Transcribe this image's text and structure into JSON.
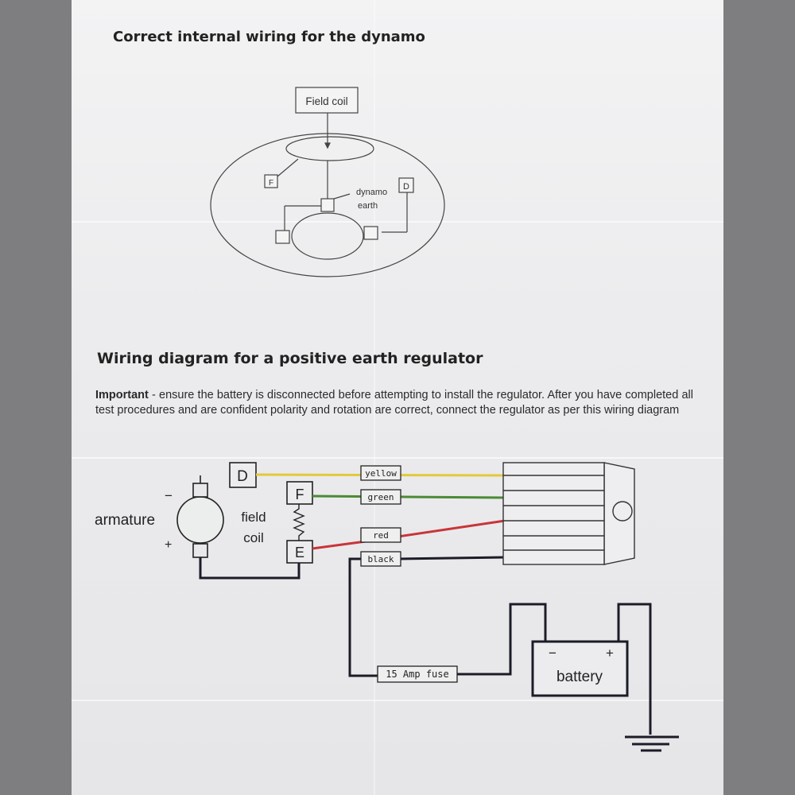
{
  "section1": {
    "title": "Correct internal wiring for the dynamo",
    "labels": {
      "field_coil": "Field coil",
      "f": "F",
      "d": "D",
      "dynamo": "dynamo",
      "earth": "earth"
    }
  },
  "section2": {
    "title": "Wiring diagram for a positive earth regulator",
    "important_label": "Important",
    "important_text": " - ensure the battery is disconnected before attempting to install the regulator. After you have completed all test procedures and are confident polarity and rotation are correct, connect the regulator as per this wiring diagram",
    "labels": {
      "armature": "armature",
      "minus": "−",
      "plus": "+",
      "field": "field",
      "coil": "coil",
      "d": "D",
      "f": "F",
      "e": "E",
      "yellow": "yellow",
      "green": "green",
      "red": "red",
      "black": "black",
      "fuse": "15 Amp fuse",
      "battery": "battery",
      "battery_minus": "−",
      "battery_plus": "+"
    },
    "wire_colors": {
      "yellow": "#e3c93a",
      "green": "#4c8a35",
      "red": "#c8353a",
      "black": "#1c1c28"
    }
  }
}
